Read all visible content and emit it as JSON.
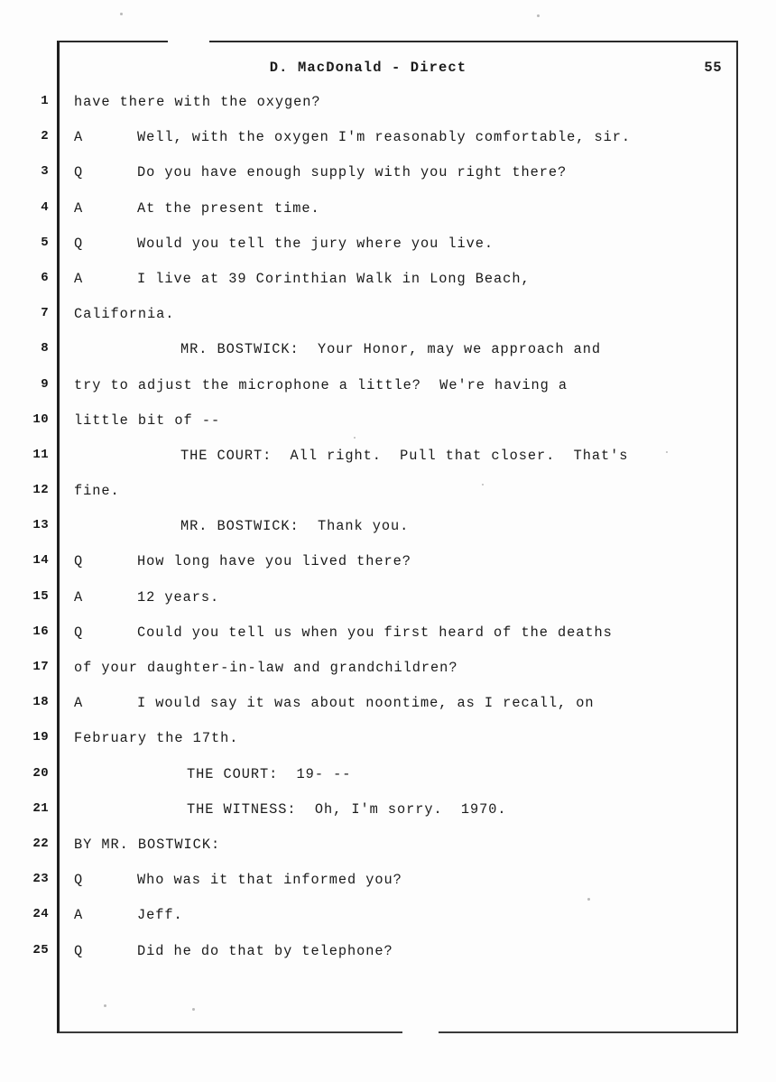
{
  "document": {
    "type": "court-transcript-page",
    "header": {
      "title": "D. MacDonald - Direct",
      "page_number": "55"
    },
    "lines": [
      {
        "number": "1",
        "speaker": "",
        "text": "have there with the oxygen?",
        "style": "plain"
      },
      {
        "number": "2",
        "speaker": "A",
        "text": "Well, with the oxygen I'm reasonably comfortable, sir.",
        "style": "qa"
      },
      {
        "number": "3",
        "speaker": "Q",
        "text": "Do you have enough supply with you right there?",
        "style": "qa"
      },
      {
        "number": "4",
        "speaker": "A",
        "text": "At the present time.",
        "style": "qa"
      },
      {
        "number": "5",
        "speaker": "Q",
        "text": "Would you tell the jury where you live.",
        "style": "qa"
      },
      {
        "number": "6",
        "speaker": "A",
        "text": "I live at 39 Corinthian Walk in Long Beach,",
        "style": "qa"
      },
      {
        "number": "7",
        "speaker": "",
        "text": "California.",
        "style": "plain"
      },
      {
        "number": "8",
        "speaker": "",
        "text": "MR. BOSTWICK:  Your Honor, may we approach and",
        "style": "indent"
      },
      {
        "number": "9",
        "speaker": "",
        "text": "try to adjust the microphone a little?  We're having a",
        "style": "plain"
      },
      {
        "number": "10",
        "speaker": "",
        "text": "little bit of --",
        "style": "plain"
      },
      {
        "number": "11",
        "speaker": "",
        "text": "THE COURT:  All right.  Pull that closer.  That's",
        "style": "indent"
      },
      {
        "number": "12",
        "speaker": "",
        "text": "fine.",
        "style": "plain"
      },
      {
        "number": "13",
        "speaker": "",
        "text": "MR. BOSTWICK:  Thank you.",
        "style": "indent"
      },
      {
        "number": "14",
        "speaker": "Q",
        "text": "How long have you lived there?",
        "style": "qa"
      },
      {
        "number": "15",
        "speaker": "A",
        "text": "12 years.",
        "style": "qa"
      },
      {
        "number": "16",
        "speaker": "Q",
        "text": "Could you tell us when you first heard of the deaths",
        "style": "qa"
      },
      {
        "number": "17",
        "speaker": "",
        "text": "of your daughter-in-law and grandchildren?",
        "style": "plain"
      },
      {
        "number": "18",
        "speaker": "A",
        "text": "I would say it was about noontime, as I recall, on",
        "style": "qa"
      },
      {
        "number": "19",
        "speaker": "",
        "text": "February the 17th.",
        "style": "plain"
      },
      {
        "number": "20",
        "speaker": "",
        "text": "THE COURT:  19- --",
        "style": "indent2"
      },
      {
        "number": "21",
        "speaker": "",
        "text": "THE WITNESS:  Oh, I'm sorry.  1970.",
        "style": "indent2"
      },
      {
        "number": "22",
        "speaker": "",
        "text": "BY MR. BOSTWICK:",
        "style": "plain"
      },
      {
        "number": "23",
        "speaker": "Q",
        "text": "Who was it that informed you?",
        "style": "qa"
      },
      {
        "number": "24",
        "speaker": "A",
        "text": "Jeff.",
        "style": "qa"
      },
      {
        "number": "25",
        "speaker": "Q",
        "text": "Did he do that by telephone?",
        "style": "qa"
      }
    ]
  }
}
